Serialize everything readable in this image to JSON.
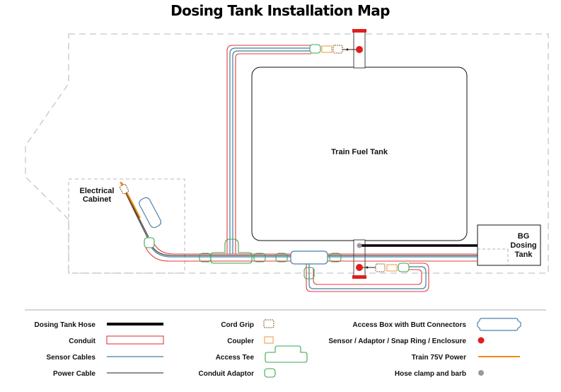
{
  "title": "Dosing Tank Installation Map",
  "labels": {
    "tank": "Train Fuel Tank",
    "cabinet_line1": "Electrical",
    "cabinet_line2": "Cabinet",
    "bg_line1": "BG",
    "bg_line2": "Dosing",
    "bg_line3": "Tank"
  },
  "legend": {
    "dosing_hose": "Dosing Tank Hose",
    "conduit": "Conduit",
    "sensor_cables": "Sensor Cables",
    "power_cable": "Power Cable",
    "cord_grip": "Cord Grip",
    "coupler": "Coupler",
    "access_tee": "Access Tee",
    "conduit_adaptor": "Conduit Adaptor",
    "access_box": "Access Box with Butt Connectors",
    "sensor_adaptor": "Sensor / Adaptor / Snap Ring / Enclosure",
    "train_power": "Train 75V Power",
    "hose_clamp": "Hose clamp and barb"
  },
  "colors": {
    "conduit": "#e23b3b",
    "sensor_cable": "#3f7fa0",
    "power_cable": "#222222",
    "hose": "#000000",
    "tee": "#3aa54b",
    "coupler": "#f0a050",
    "cord_grip": "#8a5a2a",
    "access_box": "#4f7fa8",
    "sensor": "#e01e1e",
    "train_power": "#f08a1a",
    "clamp": "#999999",
    "outline": "#bfbfbf"
  }
}
